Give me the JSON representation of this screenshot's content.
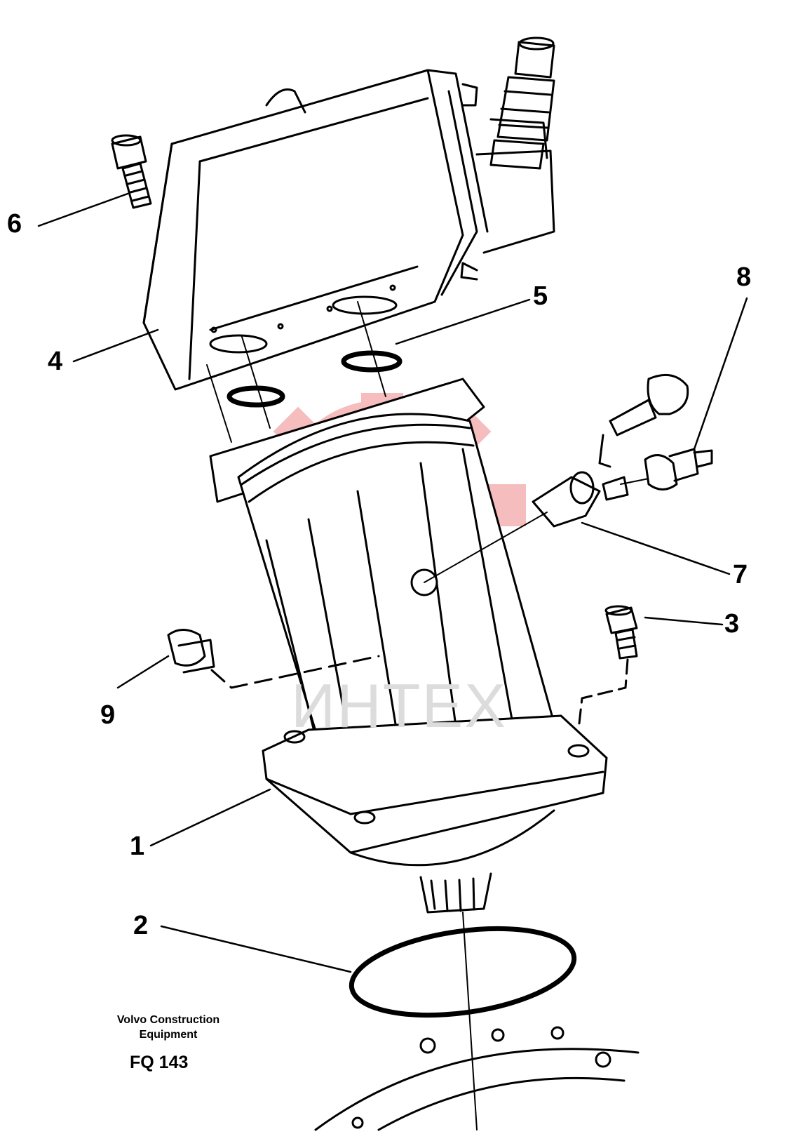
{
  "callouts": [
    {
      "label": "1"
    },
    {
      "label": "2"
    },
    {
      "label": "3"
    },
    {
      "label": "4"
    },
    {
      "label": "5"
    },
    {
      "label": "6"
    },
    {
      "label": "7"
    },
    {
      "label": "8"
    },
    {
      "label": "9"
    }
  ],
  "credit": {
    "line1": "Volvo Construction",
    "line2": "Equipment",
    "figure_code": "FQ 143"
  },
  "watermark": {
    "text": "ИНТЕХ",
    "color": "#f4b6b6"
  },
  "colors": {
    "ink": "#000000",
    "paper": "#ffffff",
    "watermark_red": "#f4b6b6",
    "watermark_gray": "#dcdcdc"
  }
}
